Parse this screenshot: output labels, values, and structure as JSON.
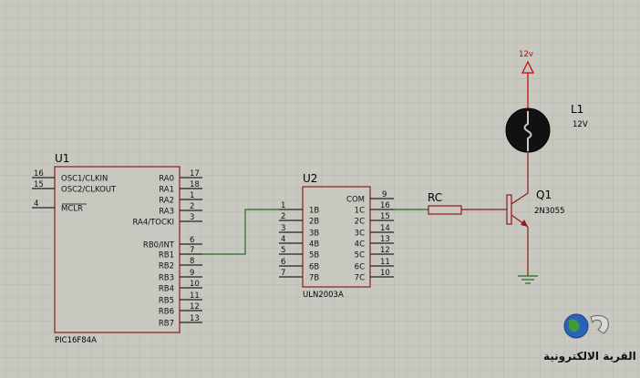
{
  "schematic": {
    "u1": {
      "ref": "U1",
      "part": "PIC16F84A",
      "left_pins": [
        {
          "num": "16",
          "name": "OSC1/CLKIN"
        },
        {
          "num": "15",
          "name": "OSC2/CLKOUT"
        },
        {
          "num": "4",
          "name": "MCLR"
        }
      ],
      "right_pins": [
        {
          "num": "17",
          "name": "RA0"
        },
        {
          "num": "18",
          "name": "RA1"
        },
        {
          "num": "1",
          "name": "RA2"
        },
        {
          "num": "2",
          "name": "RA3"
        },
        {
          "num": "3",
          "name": "RA4/TOCKI"
        },
        {
          "num": "6",
          "name": "RB0/INT"
        },
        {
          "num": "7",
          "name": "RB1"
        },
        {
          "num": "8",
          "name": "RB2"
        },
        {
          "num": "9",
          "name": "RB3"
        },
        {
          "num": "10",
          "name": "RB4"
        },
        {
          "num": "11",
          "name": "RB5"
        },
        {
          "num": "12",
          "name": "RB6"
        },
        {
          "num": "13",
          "name": "RB7"
        }
      ]
    },
    "u2": {
      "ref": "U2",
      "part": "ULN2003A",
      "com": {
        "num": "9",
        "name": "COM"
      },
      "inputs": [
        {
          "num": "1",
          "name": "1B"
        },
        {
          "num": "2",
          "name": "2B"
        },
        {
          "num": "3",
          "name": "3B"
        },
        {
          "num": "4",
          "name": "4B"
        },
        {
          "num": "5",
          "name": "5B"
        },
        {
          "num": "6",
          "name": "6B"
        },
        {
          "num": "7",
          "name": "7B"
        }
      ],
      "outputs": [
        {
          "num": "16",
          "name": "1C"
        },
        {
          "num": "15",
          "name": "2C"
        },
        {
          "num": "14",
          "name": "3C"
        },
        {
          "num": "13",
          "name": "4C"
        },
        {
          "num": "12",
          "name": "5C"
        },
        {
          "num": "11",
          "name": "6C"
        },
        {
          "num": "10",
          "name": "7C"
        }
      ]
    },
    "rc": {
      "ref": "RC"
    },
    "q1": {
      "ref": "Q1",
      "part": "2N3055"
    },
    "l1": {
      "ref": "L1",
      "value": "12V"
    },
    "supply": {
      "label": "12v"
    }
  },
  "watermark": {
    "text": "القرية الالكترونية"
  },
  "colors": {
    "background": "#c8c8c0",
    "grid": "#b4b4ac",
    "body_outline": "#8b1a1a",
    "body_fill": "#c8c8c0",
    "wire": "#1f6b1f",
    "pin": "#222222",
    "supply": "#cc0000"
  }
}
